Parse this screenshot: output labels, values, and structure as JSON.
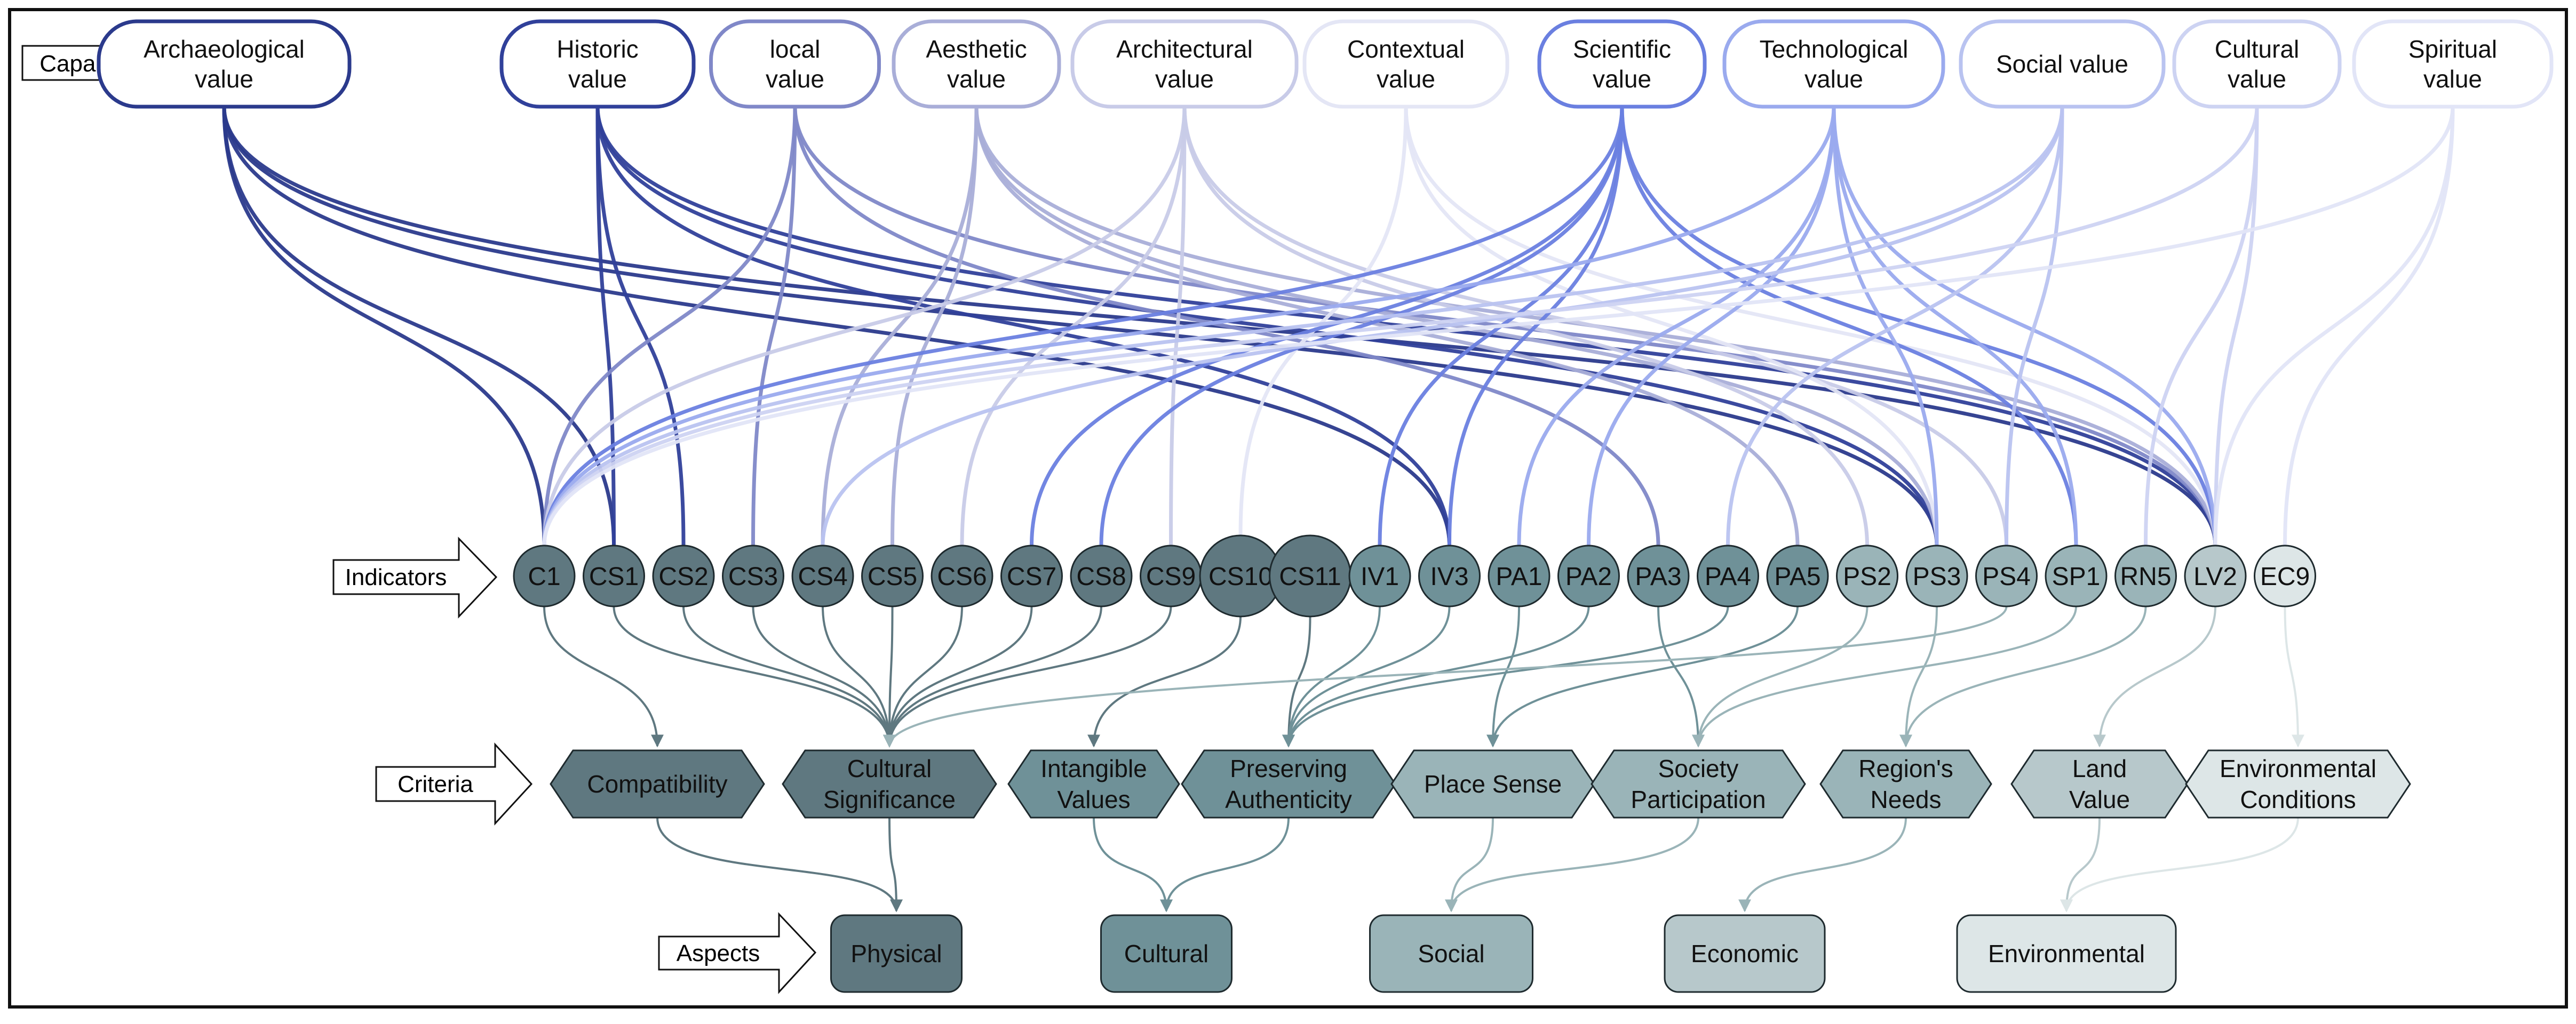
{
  "rows": {
    "capabilities": "Capabilities",
    "indicators": "Indicators",
    "criteria": "Criteria",
    "aspects": "Aspects"
  },
  "capabilities": [
    {
      "id": "archaeological",
      "lines": [
        "Archaeological",
        "value"
      ],
      "color": "#2b3a8c"
    },
    {
      "id": "historic",
      "lines": [
        "Historic",
        "value"
      ],
      "color": "#30409a"
    },
    {
      "id": "local",
      "lines": [
        "local",
        "value"
      ],
      "color": "#8088c8"
    },
    {
      "id": "aesthetic",
      "lines": [
        "Aesthetic",
        "value"
      ],
      "color": "#a9aed8"
    },
    {
      "id": "architectural",
      "lines": [
        "Architectural",
        "value"
      ],
      "color": "#c8cbe8"
    },
    {
      "id": "contextual",
      "lines": [
        "Contextual",
        "value"
      ],
      "color": "#e4e6f5"
    },
    {
      "id": "scientific",
      "lines": [
        "Scientific",
        "value"
      ],
      "color": "#6a7fe0"
    },
    {
      "id": "technological",
      "lines": [
        "Technological",
        "value"
      ],
      "color": "#9aaaee"
    },
    {
      "id": "social",
      "lines": [
        "Social value"
      ],
      "color": "#b9c3f0"
    },
    {
      "id": "cultural",
      "lines": [
        "Cultural",
        "value"
      ],
      "color": "#cdd3f2"
    },
    {
      "id": "spiritual",
      "lines": [
        "Spiritual",
        "value"
      ],
      "color": "#e2e5f7"
    }
  ],
  "indicators": [
    {
      "id": "C1",
      "color": "#5f7880"
    },
    {
      "id": "CS1",
      "color": "#5f7880"
    },
    {
      "id": "CS2",
      "color": "#5f7880"
    },
    {
      "id": "CS3",
      "color": "#5f7880"
    },
    {
      "id": "CS4",
      "color": "#5f7880"
    },
    {
      "id": "CS5",
      "color": "#5f7880"
    },
    {
      "id": "CS6",
      "color": "#5f7880"
    },
    {
      "id": "CS7",
      "color": "#5f7880"
    },
    {
      "id": "CS8",
      "color": "#5f7880"
    },
    {
      "id": "CS9",
      "color": "#5f7880"
    },
    {
      "id": "CS10",
      "color": "#5f7880"
    },
    {
      "id": "CS11",
      "color": "#5f7880"
    },
    {
      "id": "IV1",
      "color": "#6f9198"
    },
    {
      "id": "IV3",
      "color": "#6f9198"
    },
    {
      "id": "PA1",
      "color": "#6f9198"
    },
    {
      "id": "PA2",
      "color": "#6f9198"
    },
    {
      "id": "PA3",
      "color": "#6f9198"
    },
    {
      "id": "PA4",
      "color": "#6f9198"
    },
    {
      "id": "PA5",
      "color": "#6f9198"
    },
    {
      "id": "PS2",
      "color": "#9ab4b8"
    },
    {
      "id": "PS3",
      "color": "#9ab4b8"
    },
    {
      "id": "PS4",
      "color": "#9ab4b8"
    },
    {
      "id": "SP1",
      "color": "#9ab4b8"
    },
    {
      "id": "RN5",
      "color": "#9ab4b8"
    },
    {
      "id": "LV2",
      "color": "#b7c8cb"
    },
    {
      "id": "EC9",
      "color": "#dde6e7"
    }
  ],
  "criteria": [
    {
      "id": "compatibility",
      "lines": [
        "Compatibility"
      ],
      "color": "#5f7880"
    },
    {
      "id": "cultural-significance",
      "lines": [
        "Cultural",
        "Significance"
      ],
      "color": "#5f7880"
    },
    {
      "id": "intangible-values",
      "lines": [
        "Intangible",
        "Values"
      ],
      "color": "#6f9198"
    },
    {
      "id": "preserving-authenticity",
      "lines": [
        "Preserving",
        "Authenticity"
      ],
      "color": "#6f9198"
    },
    {
      "id": "place-sense",
      "lines": [
        "Place Sense"
      ],
      "color": "#9ab4b8"
    },
    {
      "id": "society-participation",
      "lines": [
        "Society",
        "Participation"
      ],
      "color": "#9ab4b8"
    },
    {
      "id": "regions-needs",
      "lines": [
        "Region's",
        "Needs"
      ],
      "color": "#9ab4b8"
    },
    {
      "id": "land-value",
      "lines": [
        "Land",
        "Value"
      ],
      "color": "#b7c8cb"
    },
    {
      "id": "environmental-conditions",
      "lines": [
        "Environmental",
        "Conditions"
      ],
      "color": "#dde6e7"
    }
  ],
  "aspects": [
    {
      "id": "physical",
      "label": "Physical",
      "color": "#5f7880"
    },
    {
      "id": "cultural",
      "label": "Cultural",
      "color": "#6f9198"
    },
    {
      "id": "social",
      "label": "Social",
      "color": "#9ab4b8"
    },
    {
      "id": "economic",
      "label": "Economic",
      "color": "#b7c8cb"
    },
    {
      "id": "environmental",
      "label": "Environmental",
      "color": "#dde6e7"
    }
  ],
  "capability_links": [
    [
      "archaeological",
      "C1"
    ],
    [
      "archaeological",
      "CS1"
    ],
    [
      "archaeological",
      "IV3"
    ],
    [
      "archaeological",
      "PS3"
    ],
    [
      "archaeological",
      "LV2"
    ],
    [
      "historic",
      "CS1"
    ],
    [
      "historic",
      "CS2"
    ],
    [
      "historic",
      "IV3"
    ],
    [
      "historic",
      "PS3"
    ],
    [
      "historic",
      "LV2"
    ],
    [
      "local",
      "CS3"
    ],
    [
      "local",
      "PA3"
    ],
    [
      "local",
      "C1"
    ],
    [
      "local",
      "LV2"
    ],
    [
      "aesthetic",
      "CS4"
    ],
    [
      "aesthetic",
      "CS5"
    ],
    [
      "aesthetic",
      "PA5"
    ],
    [
      "aesthetic",
      "PS3"
    ],
    [
      "aesthetic",
      "LV2"
    ],
    [
      "architectural",
      "CS6"
    ],
    [
      "architectural",
      "CS9"
    ],
    [
      "architectural",
      "PS2"
    ],
    [
      "architectural",
      "PS4"
    ],
    [
      "architectural",
      "C1"
    ],
    [
      "contextual",
      "CS10"
    ],
    [
      "contextual",
      "PS3"
    ],
    [
      "contextual",
      "LV2"
    ],
    [
      "scientific",
      "CS7"
    ],
    [
      "scientific",
      "CS8"
    ],
    [
      "scientific",
      "IV1"
    ],
    [
      "scientific",
      "IV3"
    ],
    [
      "scientific",
      "SP1"
    ],
    [
      "scientific",
      "LV2"
    ],
    [
      "scientific",
      "C1"
    ],
    [
      "technological",
      "PA1"
    ],
    [
      "technological",
      "PA2"
    ],
    [
      "technological",
      "PS3"
    ],
    [
      "technological",
      "SP1"
    ],
    [
      "technological",
      "LV2"
    ],
    [
      "technological",
      "C1"
    ],
    [
      "social",
      "PA4"
    ],
    [
      "social",
      "PS4"
    ],
    [
      "social",
      "CS4"
    ],
    [
      "social",
      "C1"
    ],
    [
      "cultural",
      "RN5"
    ],
    [
      "cultural",
      "LV2"
    ],
    [
      "cultural",
      "C1"
    ],
    [
      "spiritual",
      "EC9"
    ],
    [
      "spiritual",
      "LV2"
    ],
    [
      "spiritual",
      "C1"
    ]
  ],
  "indicator_links": [
    [
      "C1",
      "compatibility"
    ],
    [
      "CS1",
      "cultural-significance"
    ],
    [
      "CS2",
      "cultural-significance"
    ],
    [
      "CS3",
      "cultural-significance"
    ],
    [
      "CS4",
      "cultural-significance"
    ],
    [
      "CS5",
      "cultural-significance"
    ],
    [
      "CS6",
      "cultural-significance"
    ],
    [
      "CS7",
      "cultural-significance"
    ],
    [
      "CS8",
      "cultural-significance"
    ],
    [
      "CS9",
      "cultural-significance"
    ],
    [
      "CS10",
      "intangible-values"
    ],
    [
      "CS11",
      "preserving-authenticity"
    ],
    [
      "IV1",
      "preserving-authenticity"
    ],
    [
      "IV3",
      "preserving-authenticity"
    ],
    [
      "PA1",
      "place-sense"
    ],
    [
      "PA2",
      "preserving-authenticity"
    ],
    [
      "PA3",
      "society-participation"
    ],
    [
      "PA4",
      "preserving-authenticity"
    ],
    [
      "PA5",
      "place-sense"
    ],
    [
      "PS2",
      "society-participation"
    ],
    [
      "PS3",
      "regions-needs"
    ],
    [
      "PS4",
      "cultural-significance"
    ],
    [
      "SP1",
      "society-participation"
    ],
    [
      "RN5",
      "regions-needs"
    ],
    [
      "LV2",
      "land-value"
    ],
    [
      "EC9",
      "environmental-conditions"
    ]
  ],
  "criteria_links": [
    [
      "compatibility",
      "physical"
    ],
    [
      "cultural-significance",
      "physical"
    ],
    [
      "intangible-values",
      "cultural"
    ],
    [
      "preserving-authenticity",
      "cultural"
    ],
    [
      "place-sense",
      "social"
    ],
    [
      "society-participation",
      "social"
    ],
    [
      "regions-needs",
      "economic"
    ],
    [
      "land-value",
      "environmental"
    ],
    [
      "environmental-conditions",
      "environmental"
    ]
  ]
}
